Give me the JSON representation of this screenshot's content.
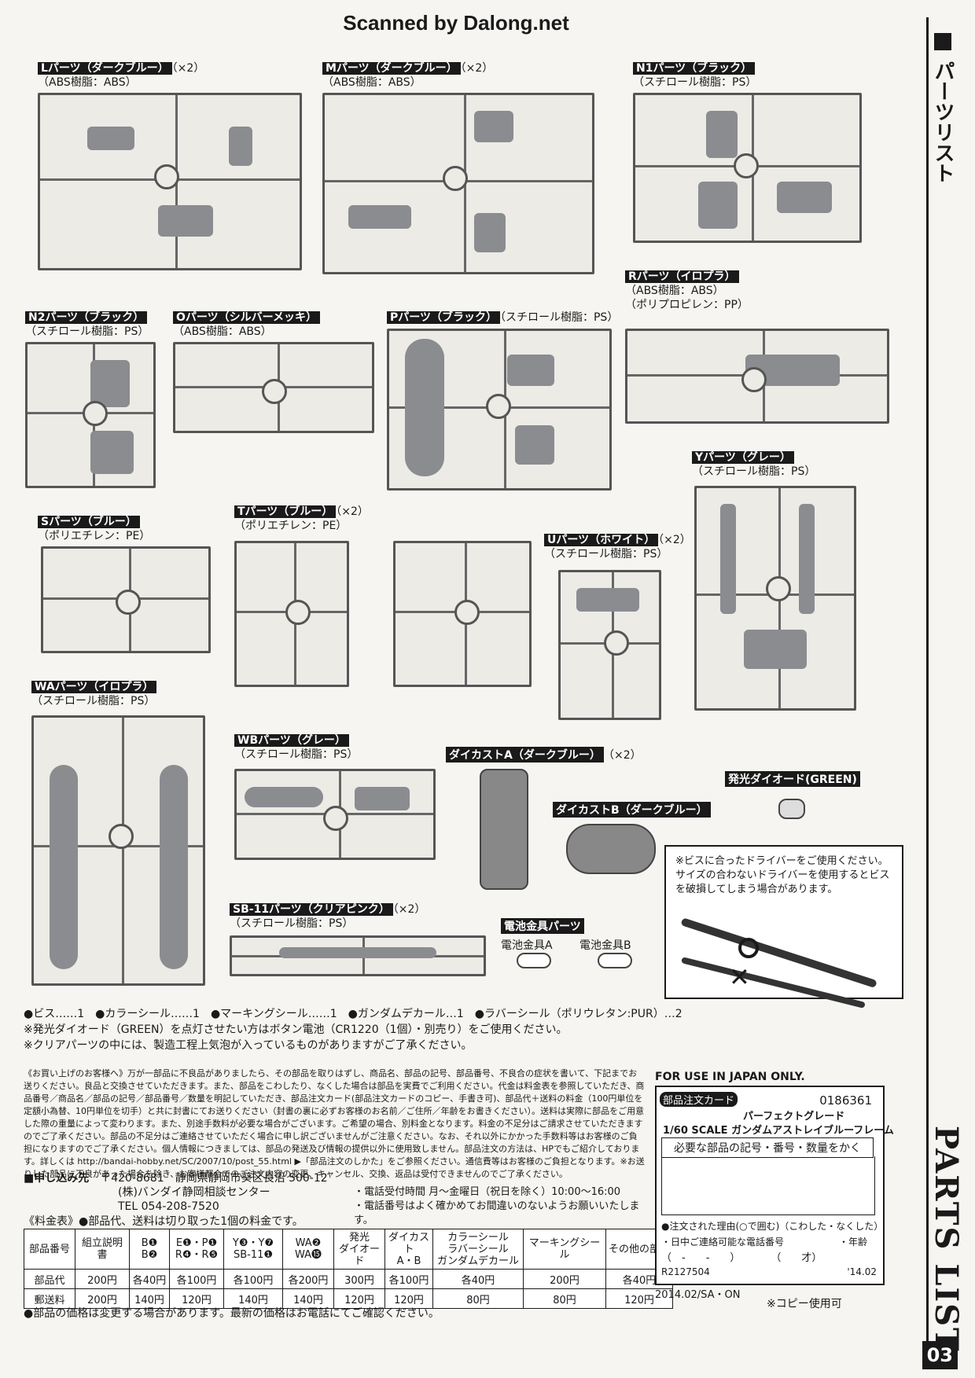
{
  "scan_credit": "Scanned by Dalong.net",
  "sidebar": {
    "title_jp": "パーツリスト",
    "title_en": "PARTS LIST",
    "page_number": "03"
  },
  "parts": [
    {
      "name": "Lパーツ（ダークブルー）",
      "qty": "（×2）",
      "material": "（ABS樹脂：ABS）",
      "material2": ""
    },
    {
      "name": "Mパーツ（ダークブルー）",
      "qty": "（×2）",
      "material": "（ABS樹脂：ABS）",
      "material2": ""
    },
    {
      "name": "N1パーツ（ブラック）",
      "qty": "",
      "material": "（スチロール樹脂：PS）",
      "material2": ""
    },
    {
      "name": "Rパーツ（イロプラ）",
      "qty": "",
      "material": "（ABS樹脂：ABS）",
      "material2": "（ポリプロピレン：PP）"
    },
    {
      "name": "N2パーツ（ブラック）",
      "qty": "",
      "material": "（スチロール樹脂：PS）",
      "material2": ""
    },
    {
      "name": "Oパーツ（シルバーメッキ）",
      "qty": "",
      "material": "（ABS樹脂：ABS）",
      "material2": ""
    },
    {
      "name": "Pパーツ（ブラック）",
      "qty": "（スチロール樹脂：PS）",
      "material": "",
      "material2": ""
    },
    {
      "name": "Yパーツ（グレー）",
      "qty": "",
      "material": "（スチロール樹脂：PS）",
      "material2": ""
    },
    {
      "name": "Sパーツ（ブルー）",
      "qty": "",
      "material": "（ポリエチレン：PE）",
      "material2": ""
    },
    {
      "name": "Tパーツ（ブルー）",
      "qty": "（×2）",
      "material": "（ポリエチレン：PE）",
      "material2": ""
    },
    {
      "name": "Uパーツ（ホワイト）",
      "qty": "（×2）",
      "material": "（スチロール樹脂：PS）",
      "material2": ""
    },
    {
      "name": "WAパーツ（イロプラ）",
      "qty": "",
      "material": "（スチロール樹脂：PS）",
      "material2": ""
    },
    {
      "name": "WBパーツ（グレー）",
      "qty": "",
      "material": "（スチロール樹脂：PS）",
      "material2": ""
    },
    {
      "name": "SB-11パーツ（クリアピンク）",
      "qty": "（×2）",
      "material": "（スチロール樹脂：PS）",
      "material2": ""
    }
  ],
  "accessories": {
    "diecast_a": "ダイカストA（ダークブルー）",
    "diecast_a_qty": "（×2）",
    "diecast_b": "ダイカストB（ダークブルー）",
    "led": "発光ダイオード(GREEN)",
    "battery_parts": "電池金具パーツ",
    "battery_a": "電池金具A",
    "battery_b": "電池金具B"
  },
  "driver_note": "※ビスに合ったドライバーをご使用ください。サイズの合わないドライバーを使用するとビスを破損してしまう場合があります。",
  "bullets": [
    "●ビス……1　●カラーシール……1　●マーキングシール……1　●ガンダムデカール…1　●ラバーシール（ポリウレタン:PUR）…2",
    "※発光ダイオード（GREEN）を点灯させたい方はボタン電池（CR1220（1個）・別売り）をご使用ください。",
    "※クリアパーツの中には、製造工程上気泡が入っているものがありますがご了承ください。"
  ],
  "notice": "《お買い上げのお客様へ》万が一部品に不良品がありましたら、その部品を取りはずし、商品名、部品の記号、部品番号、不良合の症状を書いて、下記までお送りください。良品と交換させていただきます。また、部品をこわしたり、なくした場合は部品を実費でご利用ください。代金は料金表を参照していただき、商品番号／商品名／部品の記号／部品番号／数量を明記していただき、部品注文カード(部品注文カードのコピー、手書き可)、部品代＋送料の料金（100円単位を定額小為替、10円単位を切手）と共に封書にてお送りください（封書の裏に必ずお客様のお名前／ご住所／年齢をお書きください）。送料は実際に部品をご用意した際の重量によって変わります。また、別途手数料が必要な場合がございます。ご希望の場合、別料金となります。料金の不足分はご請求させていただきますのでご了承ください。部品の不足分はご連絡させていただく場合に申し訳ございませんがご注意ください。なお、それ以外にかかった手数料等はお客様のご負担になりますのでご了承ください。個人情報につきましては、部品の発送及び情報の提供以外に使用致しません。部品注文の方法は、HPでもご紹介しております。詳しくは http://bandai-hobby.net/SC/2007/10/post_55.html ▶「部品注文のしかた」をご参照ください。通信費等はお客様のご負担となります。※お送りした部品に不良があった場合を除き、お客様都合でのご注文内容の変更、キャンセル、交換、返品は受付できませんのでご了承ください。",
  "contact": {
    "label": "■申し込み先",
    "postal": "〒420-8681",
    "address": "静岡県静岡市葵区長沼 500-12",
    "center": "(株)バンダイ静岡相談センター",
    "tel": "TEL 054-208-7520",
    "hours": "・電話受付時間 月〜金曜日（祝日を除く）10:00〜16:00",
    "caution": "・電話番号はよく確かめてお間違いのないようお願いいたします。"
  },
  "price_table": {
    "title": "《料金表》●部品代、送料は切り取った1個の料金です。",
    "headers": [
      "部品番号",
      "組立説明書",
      "B❶\nB❷",
      "E❶・P❶\nR❹・R❺",
      "Y❸・Y❼\nSB-11❶",
      "WA❷\nWA⓯",
      "発光\nダイオード",
      "ダイカスト\nA・B",
      "カラーシール\nラバーシール\nガンダムデカール",
      "マーキングシール",
      "その他の部品"
    ],
    "rows": [
      [
        "部品代",
        "200円",
        "各40円",
        "各100円",
        "各100円",
        "各200円",
        "300円",
        "各100円",
        "各40円",
        "200円",
        "各40円"
      ],
      [
        "郵送料",
        "200円",
        "140円",
        "120円",
        "140円",
        "140円",
        "120円",
        "120円",
        "80円",
        "80円",
        "120円"
      ]
    ]
  },
  "footer_note": "●部品の価格は変更する場合があります。最新の価格はお電話にてご確認ください。",
  "order_card": {
    "for_japan": "FOR USE IN JAPAN ONLY.",
    "title": "部品注文カード",
    "number": "0186361",
    "grade": "パーフェクトグレード",
    "product": "1/60 SCALE ガンダムアストレイブルーフレーム",
    "ask": "必要な部品の記号・番号・数量をかく",
    "reason": "●注文された理由(○で囲む)（こわした・なくした）",
    "phone": "・日中ご連絡可能な電話番号",
    "age": "・年齢",
    "phone_format": "（　-　　-　　）　　　　（　　才）",
    "code": "R2127504",
    "year": "'14.02",
    "date": "2014.02/SA・ON",
    "copy_ok": "※コピー使用可"
  }
}
